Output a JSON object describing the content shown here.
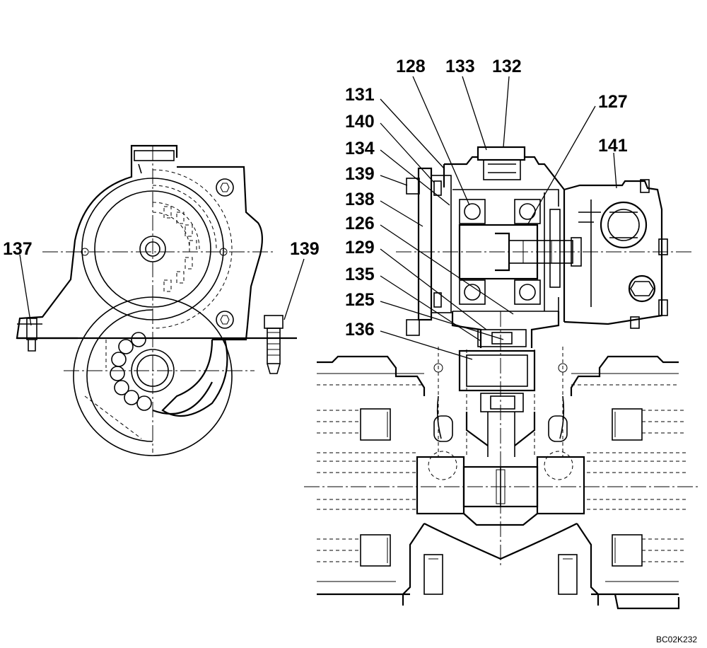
{
  "drawing": {
    "code": "BC02K232"
  },
  "callouts": [
    {
      "id": "137",
      "text": "137"
    },
    {
      "id": "139-left",
      "text": "139"
    },
    {
      "id": "128",
      "text": "128"
    },
    {
      "id": "133",
      "text": "133"
    },
    {
      "id": "132",
      "text": "132"
    },
    {
      "id": "131",
      "text": "131"
    },
    {
      "id": "127",
      "text": "127"
    },
    {
      "id": "140",
      "text": "140"
    },
    {
      "id": "141",
      "text": "141"
    },
    {
      "id": "134",
      "text": "134"
    },
    {
      "id": "139-right",
      "text": "139"
    },
    {
      "id": "138",
      "text": "138"
    },
    {
      "id": "126",
      "text": "126"
    },
    {
      "id": "129",
      "text": "129"
    },
    {
      "id": "135",
      "text": "135"
    },
    {
      "id": "125",
      "text": "125"
    },
    {
      "id": "136",
      "text": "136"
    }
  ]
}
